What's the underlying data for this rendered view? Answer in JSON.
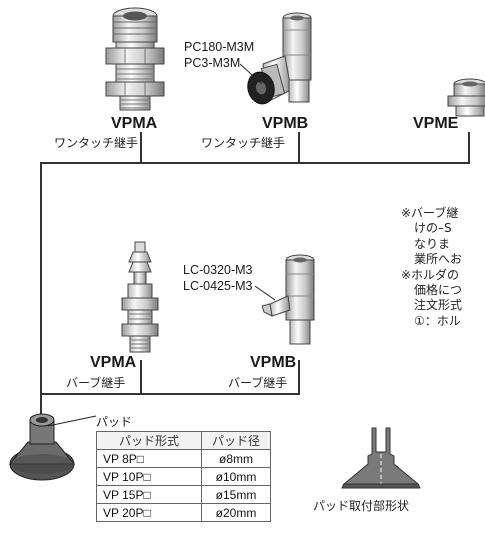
{
  "top": {
    "vpma_model": "VPMA",
    "vpma_desc": "ワンタッチ継手",
    "vpmb_model": "VPMB",
    "vpmb_desc": "ワンタッチ継手",
    "vpmb_callouts": [
      "PC180-M3M",
      "PC3-M3M"
    ],
    "vpme_model": "VPME"
  },
  "middle": {
    "vpma_model": "VPMA",
    "vpma_desc": "バーブ継手",
    "vpmb_model": "VPMB",
    "vpmb_desc": "バーブ継手",
    "vpmb_callouts": [
      "LC-0320-M3",
      "LC-0425-M3"
    ]
  },
  "notes": [
    "※バーブ継",
    "けの–S",
    "なりま",
    "業所へお",
    "※ホルダの",
    "価格につ",
    "注文形式",
    "①：ホル"
  ],
  "pad": {
    "label": "パッド",
    "table": {
      "headers": [
        "パッド形式",
        "パッド径"
      ],
      "rows": [
        [
          "VP 8P□",
          "ø8mm"
        ],
        [
          "VP 10P□",
          "ø10mm"
        ],
        [
          "VP 15P□",
          "ø15mm"
        ],
        [
          "VP 20P□",
          "ø20mm"
        ]
      ]
    },
    "shape_caption": "パッド取付部形状"
  }
}
